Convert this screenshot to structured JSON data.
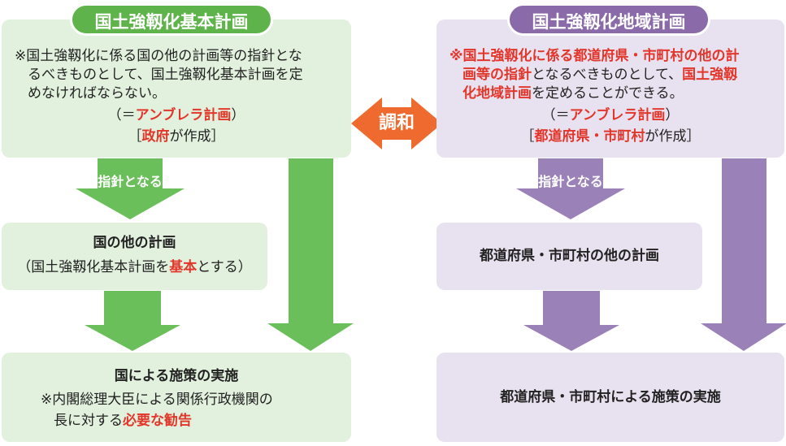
{
  "left": {
    "title": "国土強靱化基本計画",
    "top_line1": "※国土強靱化に係る国の他の計画等の指針とな",
    "top_line2": "るべきものとして、国土強靱化基本計画を定",
    "top_line3": "めなければならない。",
    "umbrella_pre": "（＝",
    "umbrella_red": "アンブレラ計画",
    "umbrella_post": "）",
    "maker_pre": "［",
    "maker_red": "政府",
    "maker_post": "が作成］",
    "arrow_label": "指針となる",
    "mid_title": "国の他の計画",
    "mid_sub_pre": "（国土強靱化基本計画を",
    "mid_sub_red": "基本",
    "mid_sub_post": "とする）",
    "bottom_title": "国による施策の実施",
    "bottom_line1": "※内閣総理大臣による関係行政機関の",
    "bottom_line2_pre": "長に対する",
    "bottom_line2_red": "必要な勧告"
  },
  "center": {
    "harmony_label": "調和"
  },
  "right": {
    "title": "国土強靱化地域計画",
    "l1_red": "※国土強靱化に係る都道府県・市町村の他の計",
    "l2_red": "画等の指針",
    "l2_post": "となるべきものとして、",
    "l2_red2": "国土強靱",
    "l3_red": "化地域計画",
    "l3_post": "を定めることができる。",
    "umbrella_pre": "（＝",
    "umbrella_red": "アンブレラ計画",
    "umbrella_post": "）",
    "maker_pre": "［",
    "maker_red": "都道府県・市町村",
    "maker_post": "が作成］",
    "arrow_label": "指針となる",
    "mid_title": "都道府県・市町村の他の計画",
    "bottom_title": "都道府県・市町村による施策の実施"
  },
  "colors": {
    "green": "#6bbf5a",
    "purple": "#9a82b8",
    "orange": "#ef6a2e",
    "red_text": "#e3362b"
  }
}
